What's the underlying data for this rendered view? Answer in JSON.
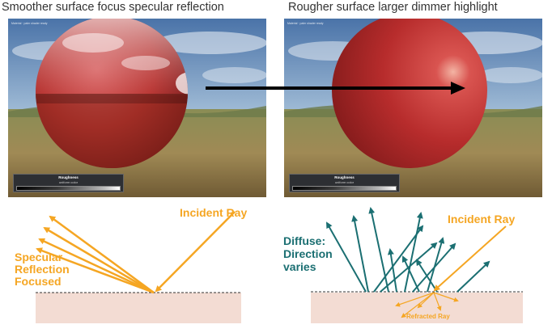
{
  "titles": {
    "left": "Smoother surface focus specular reflection",
    "right": "Rougher surface larger dimmer highlight"
  },
  "render_ui": {
    "left": {
      "corner_label": "Material · palm shader ready",
      "panel_title": "Roughness",
      "panel_subtitle": "uniform color"
    },
    "right": {
      "corner_label": "Material · palm shader ready",
      "panel_title": "Roughness",
      "panel_subtitle": "uniform color"
    }
  },
  "diagram_left": {
    "incident_label": "Incident Ray",
    "specular_label_lines": [
      "Specular",
      "Reflection",
      "Focused"
    ]
  },
  "diagram_right": {
    "incident_label": "Incident Ray",
    "diffuse_label_lines": [
      "Diffuse:",
      "Direction",
      "varies"
    ],
    "refracted_label": "Refracted Ray"
  },
  "colors": {
    "orange": "#f5a623",
    "teal": "#1b6f72",
    "surface": "#f3dcd3",
    "sphere": "#c02a2a"
  }
}
